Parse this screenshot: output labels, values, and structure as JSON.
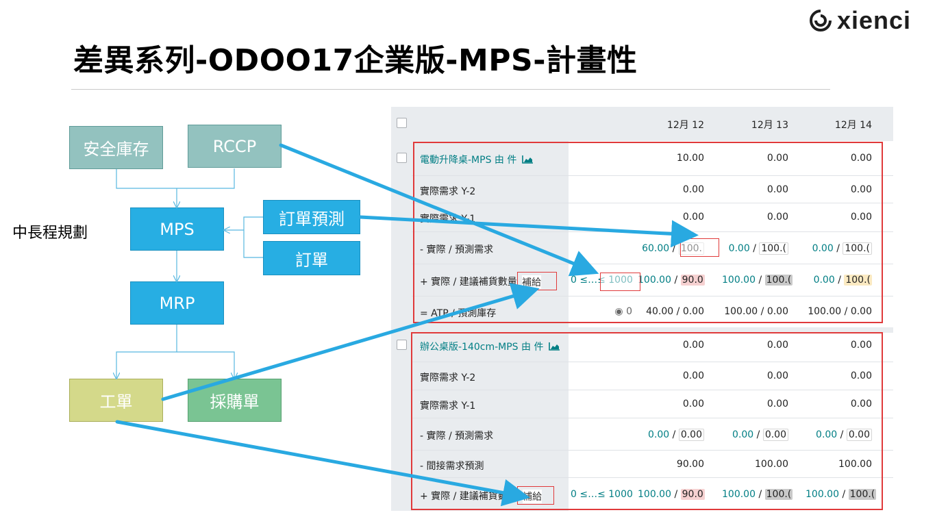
{
  "slide": {
    "title": "差異系列-ODOO17企業版-MPS-計畫性",
    "brand": "xienci",
    "side_label": "中長程規劃"
  },
  "diagram": {
    "safety_stock": "安全庫存",
    "rccp": "RCCP",
    "mps": "MPS",
    "order_forecast": "訂單預測",
    "order": "訂單",
    "mrp": "MRP",
    "work_order": "工單",
    "purchase_order": "採購單"
  },
  "mps": {
    "dates": [
      "12月 12",
      "12月 13",
      "12月 14"
    ],
    "product1": {
      "name": "電動升降桌-MPS 由 件",
      "values": [
        "10.00",
        "0.00",
        "0.00"
      ],
      "rows": [
        {
          "label": "實際需求 Y-2",
          "values": [
            "0.00",
            "0.00",
            "0.00"
          ]
        },
        {
          "label": "實際需求 Y-1",
          "values": [
            "0.00",
            "0.00",
            "0.00"
          ]
        }
      ],
      "demand_label": "- 實際 / 預測需求",
      "demand": [
        [
          "60.00",
          "100."
        ],
        [
          "0.00",
          "100.("
        ],
        [
          "0.00",
          "100.("
        ]
      ],
      "supply_label": "+ 實際 / 建議補貨數量",
      "supply_range": "0 ≤…≤ 1000",
      "supply": [
        [
          "100.00",
          "90.0"
        ],
        [
          "100.00",
          "100.("
        ],
        [
          "0.00",
          "100.("
        ]
      ],
      "atp_label": "= ATP / 預測庫存",
      "atp_indicator": "0",
      "atp": [
        "40.00 / 0.00",
        "100.00 / 0.00",
        "100.00 / 0.00"
      ]
    },
    "product2": {
      "name": "辦公桌版-140cm-MPS 由 件",
      "values": [
        "0.00",
        "0.00",
        "0.00"
      ],
      "rows": [
        {
          "label": "實際需求 Y-2",
          "values": [
            "0.00",
            "0.00",
            "0.00"
          ]
        },
        {
          "label": "實際需求 Y-1",
          "values": [
            "0.00",
            "0.00",
            "0.00"
          ]
        }
      ],
      "demand_label": "- 實際 / 預測需求",
      "demand": [
        [
          "0.00",
          "0.00"
        ],
        [
          "0.00",
          "0.00"
        ],
        [
          "0.00",
          "0.00"
        ]
      ],
      "indirect_label": "- 間接需求預測",
      "indirect": [
        "90.00",
        "100.00",
        "100.00"
      ],
      "supply_label": "+ 實際 / 建議補貨數量",
      "supply_range": "0 ≤…≤ 1000",
      "supply": [
        [
          "100.00",
          "90.0"
        ],
        [
          "100.00",
          "100.("
        ],
        [
          "100.00",
          "100.("
        ]
      ]
    },
    "replenish_tag": "補給",
    "separator": "/"
  },
  "colors": {
    "accent_teal": "#017e84",
    "frame_red": "#e0393a",
    "arrow_blue": "#29a9e1"
  }
}
